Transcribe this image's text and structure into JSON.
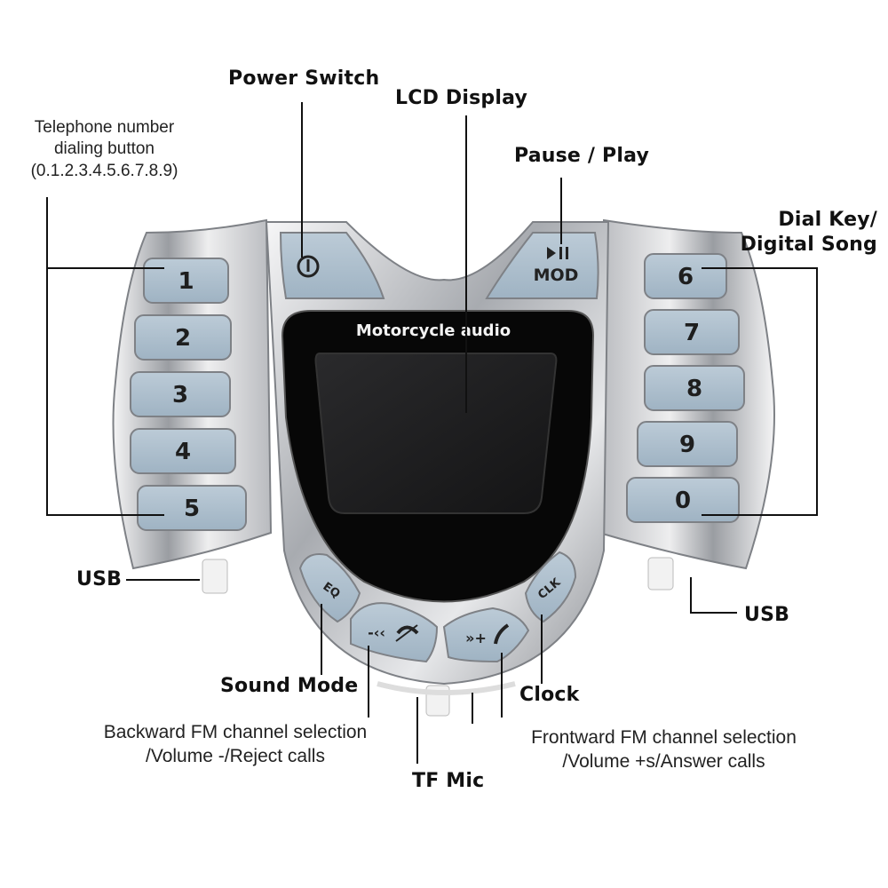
{
  "device": {
    "screen_title": "Motorcycle audio",
    "left_keys": [
      "1",
      "2",
      "3",
      "4",
      "5"
    ],
    "right_keys": [
      "6",
      "7",
      "8",
      "9",
      "0"
    ],
    "mod_label": "MOD",
    "eq_label": "EQ",
    "clk_label": "CLK"
  },
  "labels": {
    "power_switch": "Power Switch",
    "lcd_display": "LCD Display",
    "pause_play": "Pause / Play",
    "dial_key_line1": "Dial Key/",
    "dial_key_line2": "Digital Song",
    "phone_dial_line1": "Telephone number",
    "phone_dial_line2": "dialing button",
    "phone_dial_line3": "(0.1.2.3.4.5.6.7.8.9)",
    "usb_left": "USB",
    "usb_right": "USB",
    "sound_mode": "Sound Mode",
    "clock": "Clock",
    "tf_mic": "TF Mic",
    "backward_line1": "Backward FM channel selection",
    "backward_line2": "/Volume -/Reject calls",
    "frontward_line1": "Frontward FM channel selection",
    "frontward_line2": "/Volume +s/Answer calls"
  },
  "colors": {
    "key_face": "#a9bccb",
    "chrome": "#d9dadc",
    "screen": "#0a0a0a"
  }
}
